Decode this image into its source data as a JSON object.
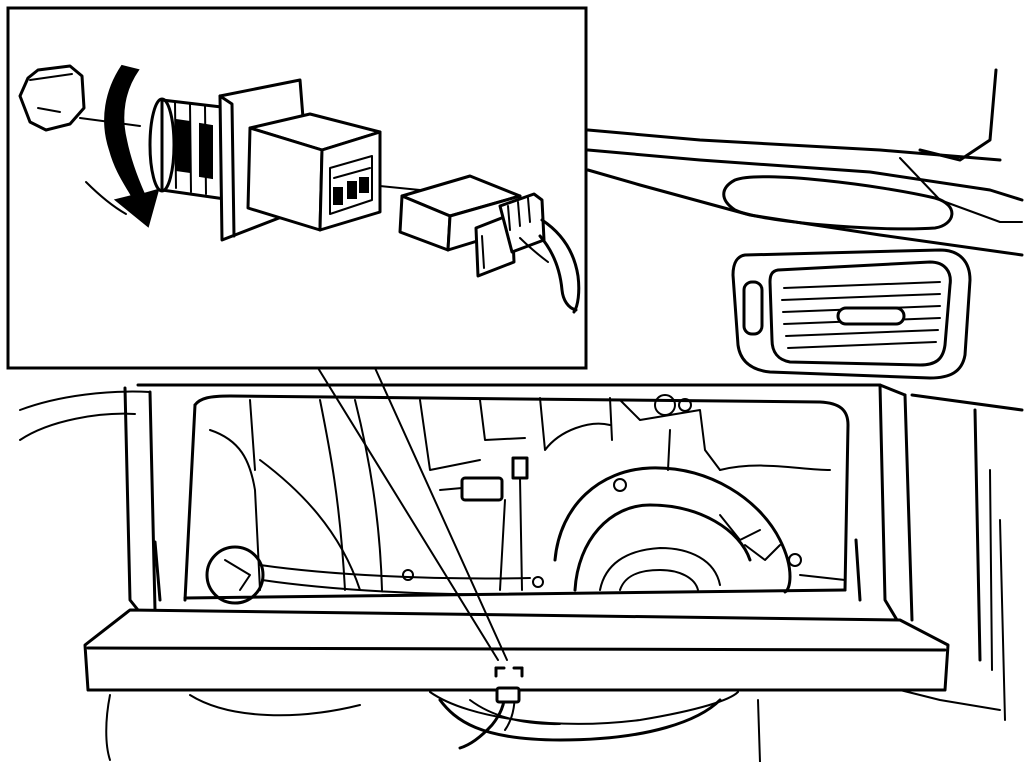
{
  "figure": {
    "kind": "line-drawing",
    "detail_box": "connector-removal",
    "main_view": "glove-box-opening"
  },
  "colors": {
    "ink": "#000000",
    "paper": "#ffffff"
  },
  "icons": [
    "rotate-arrow-icon",
    "leader-lines",
    "location-marker-icon"
  ]
}
